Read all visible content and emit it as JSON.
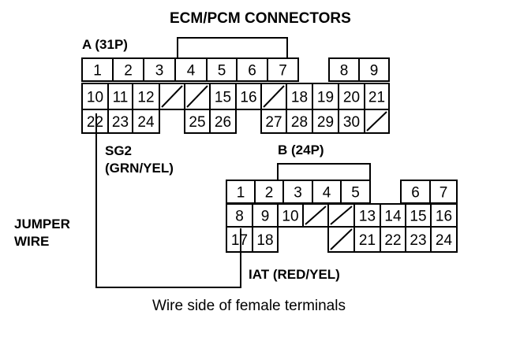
{
  "title": "ECM/PCM CONNECTORS",
  "connector_a": {
    "label": "A (31P)",
    "row1": [
      "1",
      "2",
      "3",
      "4",
      "5",
      "6",
      "7",
      "",
      "8",
      "9"
    ],
    "row2": [
      "10",
      "11",
      "12",
      "/",
      "/",
      "15",
      "16",
      "/",
      "18",
      "19",
      "20",
      "21"
    ],
    "row3": [
      "22",
      "23",
      "24",
      "",
      "25",
      "26",
      "",
      "27",
      "28",
      "29",
      "30",
      "/"
    ]
  },
  "connector_b": {
    "label": "B (24P)",
    "row1": [
      "1",
      "2",
      "3",
      "4",
      "5",
      "",
      "6",
      "7"
    ],
    "row2": [
      "8",
      "9",
      "10",
      "/",
      "/",
      "13",
      "14",
      "15",
      "16"
    ],
    "row3": [
      "17",
      "18",
      "",
      "/",
      "21",
      "22",
      "23",
      "24"
    ]
  },
  "labels": {
    "sg2_line1": "SG2",
    "sg2_line2": "(GRN/YEL)",
    "jumper_line1": "JUMPER",
    "jumper_line2": "WIRE",
    "iat": "IAT (RED/YEL)",
    "caption": "Wire side of female terminals"
  }
}
